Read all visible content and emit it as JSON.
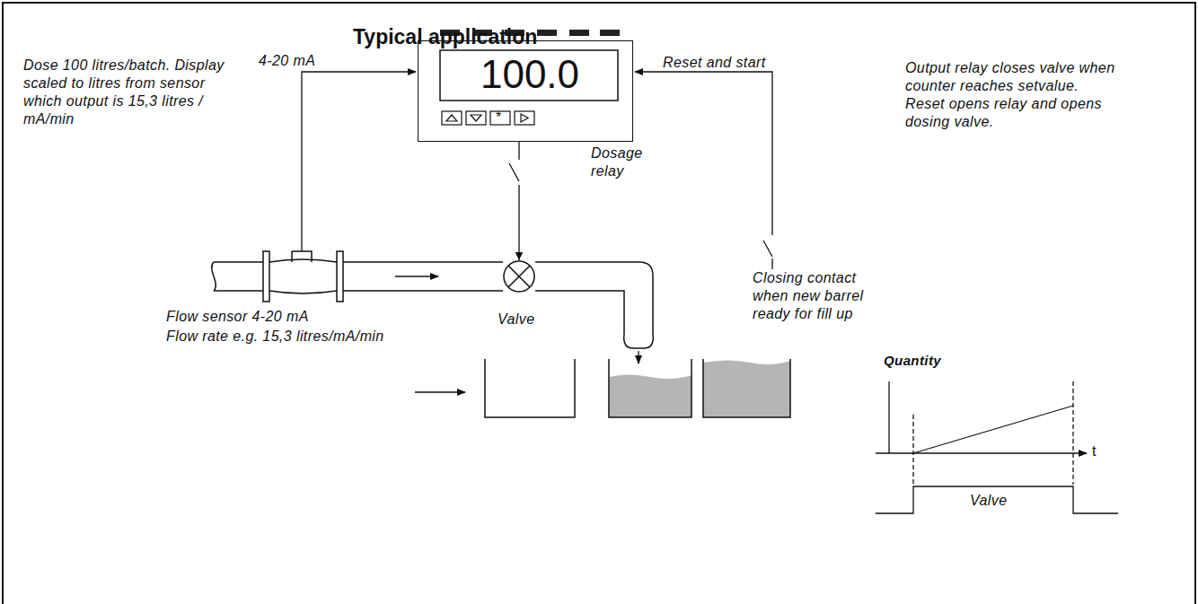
{
  "diagram": {
    "title": "Typical application",
    "nodes": [
      {
        "text": [
          "100.0"
        ]
      },
      {
        "text": [
          "Valve"
        ]
      }
    ],
    "edges": [
      {
        "from": 0,
        "to": 1,
        "arrow": "to",
        "label": "Dosage relay"
      }
    ],
    "labels": [
      "Dose 100 litres/batch. Display scaled to litres from sensor which output is 15,3 litres / mA/min",
      "4-20 mA",
      "Reset and start",
      "Output relay closes valve when counter reaches setvalue. Reset opens relay and opens dosing valve.",
      "Closing contact when new barrel ready for fill up",
      "Flow sensor 4-20 mA",
      "Flow rate e.g. 15,3 litres/mA/min",
      "Quantity",
      "t",
      "Valve",
      "*"
    ]
  }
}
